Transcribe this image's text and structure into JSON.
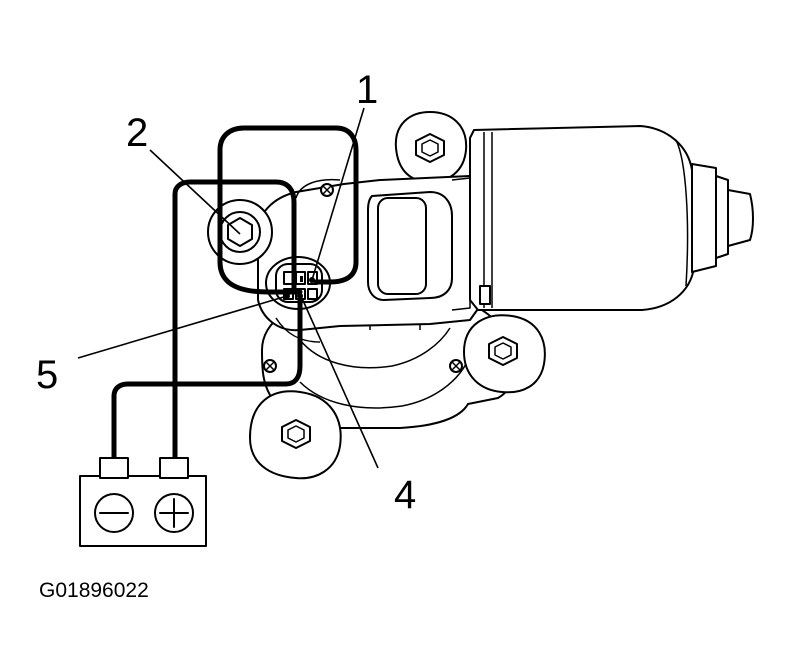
{
  "callouts": {
    "c1": "1",
    "c2": "2",
    "c4": "4",
    "c5": "5"
  },
  "battery": {
    "negative_symbol": "minus-sign",
    "positive_symbol": "plus-sign"
  },
  "figure_code": "G01896022",
  "colors": {
    "line": "#000000",
    "background": "#ffffff"
  }
}
